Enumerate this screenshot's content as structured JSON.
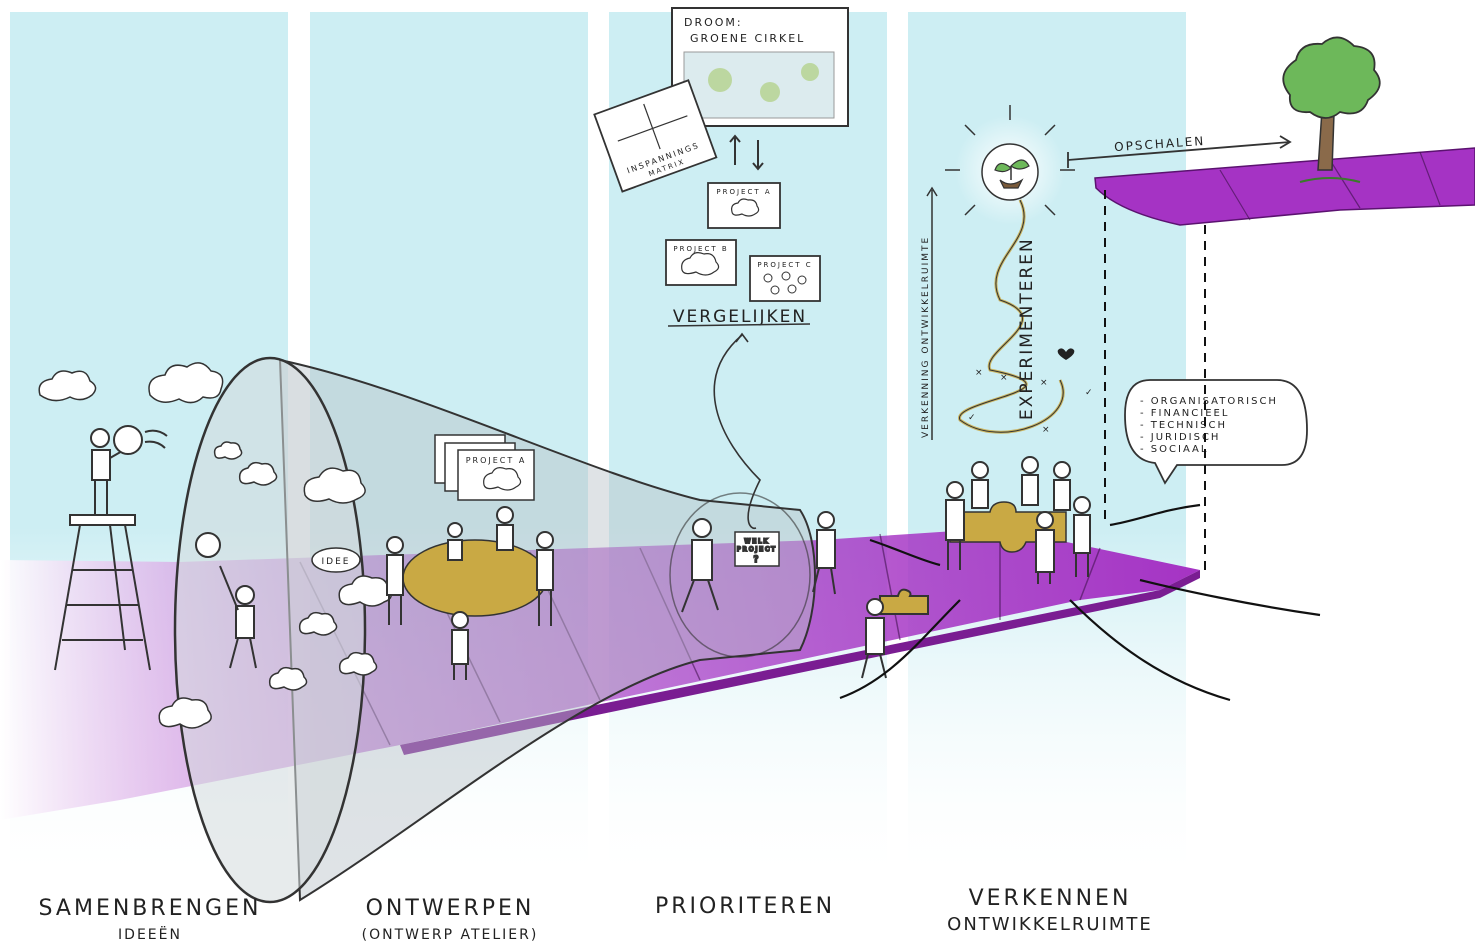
{
  "colors": {
    "column": "#cdeef3",
    "road": "#a533c4",
    "road_dark": "#7a1d92",
    "funnel": "#b9c2c7",
    "table": "#c9a944",
    "tree": "#6db85a",
    "ink": "#222222"
  },
  "stages": [
    {
      "title": "SAMENBRENGEN",
      "subtitle": "IDEEËN"
    },
    {
      "title": "ONTWERPEN",
      "subtitle": "(ONTWERP ATELIER)"
    },
    {
      "title": "PRIORITEREN",
      "subtitle": ""
    },
    {
      "title": "VERKENNEN",
      "subtitle": "ONTWIKKELRUIMTE"
    }
  ],
  "board": {
    "title_line1": "DROOM:",
    "title_line2": "GROENE CIRKEL"
  },
  "matrix_label_line1": "INSPANNINGS",
  "matrix_label_line2": "MATRIX",
  "projects": {
    "a": "PROJECT A",
    "b": "PROJECT B",
    "c": "PROJECT C"
  },
  "atelier_card": "PROJECT A",
  "idea_bubble": "IDEE",
  "which_project_sign_line1": "WELK",
  "which_project_sign_line2": "PROJECT",
  "which_project_sign_line3": "?",
  "compare_label": "VERGELIJKEN",
  "experiment_label": "EXPERIMENTEREN",
  "exploration_axis_label": "VERKENNING ONTWIKKELRUIMTE",
  "scale_up_label": "OPSCHALEN",
  "aspects": [
    "- ORGANISATORISCH",
    "- FINANCIEEL",
    "- TECHNISCH",
    "- JURIDISCH",
    "- SOCIAAL"
  ],
  "icons": [
    "cloud-icon",
    "lightbulb-icon",
    "fan-icon",
    "ladder-icon",
    "seedling-icon",
    "tree-icon",
    "heart-icon",
    "puzzle-icon"
  ]
}
